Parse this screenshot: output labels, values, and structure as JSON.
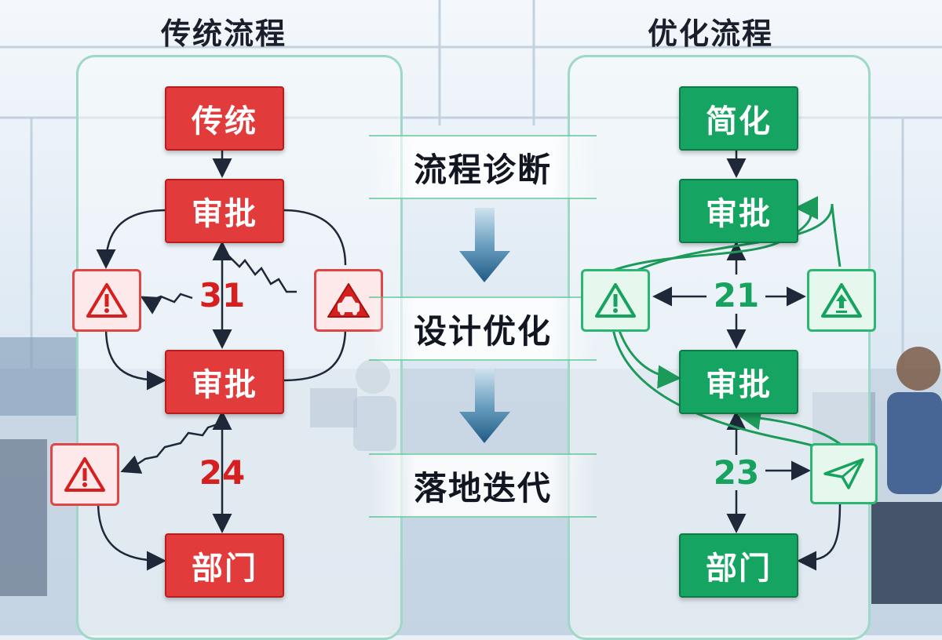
{
  "left": {
    "title": "传统流程",
    "nodes": {
      "top": "传统",
      "approval1": "审批",
      "approval2": "审批",
      "dept": "部门"
    },
    "numbers": {
      "first": "31",
      "second": "24"
    }
  },
  "right": {
    "title": "优化流程",
    "nodes": {
      "top": "简化",
      "approval1": "审批",
      "approval2": "审批",
      "dept": "部门"
    },
    "numbers": {
      "first": "21",
      "second": "23"
    }
  },
  "center": {
    "stages": [
      "流程诊断",
      "设计优化",
      "落地迭代"
    ]
  },
  "colors": {
    "red": "#e23b3b",
    "green": "#16a463",
    "arrow_blue": "#1f5a84",
    "line_dark": "#1e2838"
  },
  "icons": {
    "left": [
      "warning-icon",
      "road-hazard-icon",
      "warning-icon"
    ],
    "right": [
      "warning-icon",
      "warning-up-icon",
      "paper-plane-icon"
    ]
  }
}
